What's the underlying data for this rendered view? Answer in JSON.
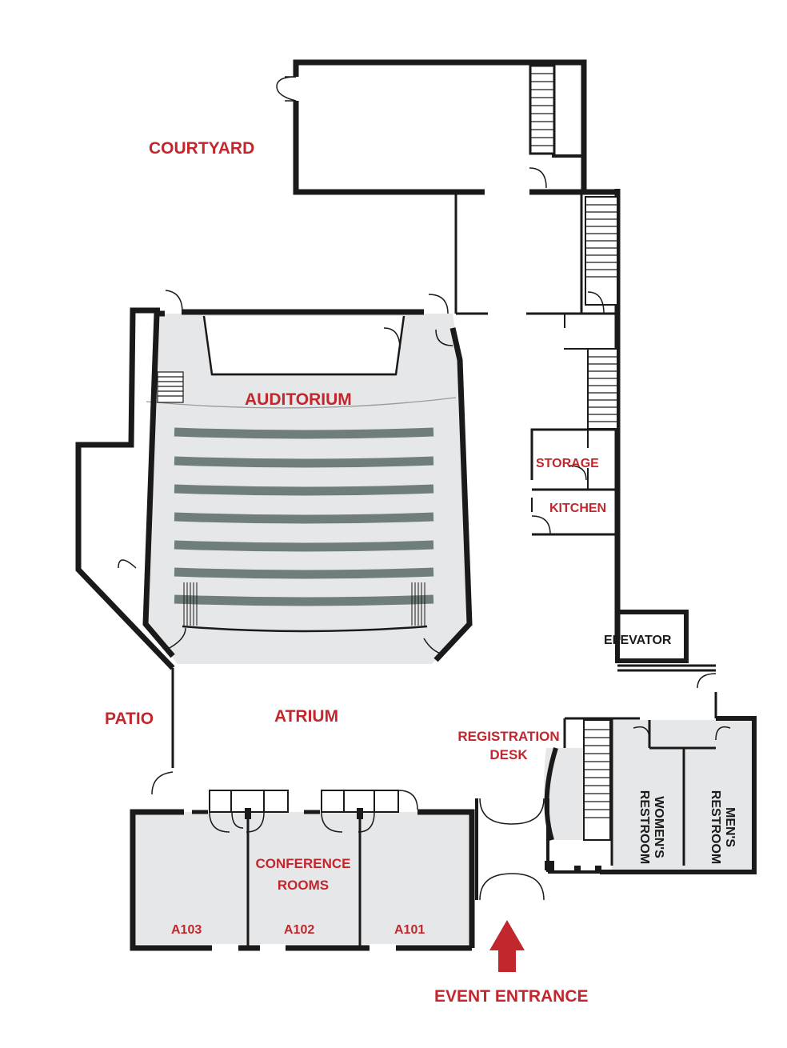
{
  "labels": {
    "courtyard": "COURTYARD",
    "auditorium": "AUDITORIUM",
    "storage": "STORAGE",
    "kitchen": "KITCHEN",
    "elevator": "ELEVATOR",
    "patio": "PATIO",
    "atrium": "ATRIUM",
    "registration_line1": "REGISTRATION",
    "registration_line2": "DESK",
    "womens_line1": "WOMEN'S",
    "womens_line2": "RESTROOM",
    "mens_line1": "MEN'S",
    "mens_line2": "RESTROOM",
    "conference_line1": "CONFERENCE",
    "conference_line2": "ROOMS",
    "room_a103": "A103",
    "room_a102": "A102",
    "room_a101": "A101",
    "event_entrance": "EVENT ENTRANCE"
  },
  "colors": {
    "label_red": "#c1272d",
    "wall": "#1a1a1a",
    "room_fill": "#e6e7e8",
    "seating_rows": "#6f7d7b",
    "arrow": "#c1272d"
  },
  "icons": {
    "entrance_arrow": "arrow-up-icon"
  }
}
